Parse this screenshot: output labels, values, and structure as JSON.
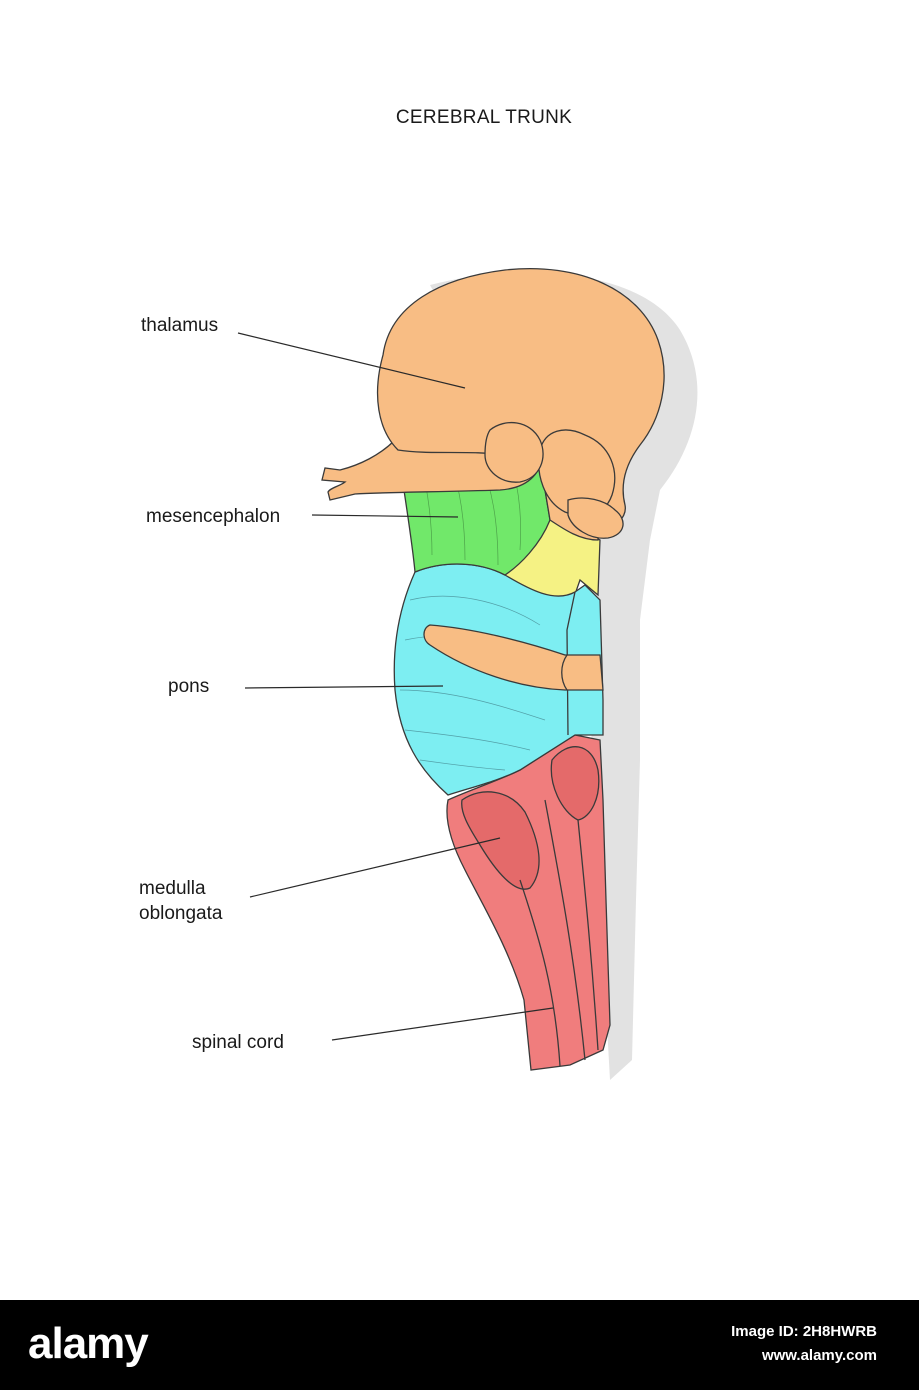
{
  "title": "CEREBRAL TRUNK",
  "labels": {
    "thalamus": "thalamus",
    "mesencephalon": "mesencephalon",
    "pons": "pons",
    "medulla_line1": "medulla",
    "medulla_line2": "oblongata",
    "spinal_cord": "spinal cord"
  },
  "colors": {
    "thalamus": "#f8bd84",
    "mesencephalon": "#71e86a",
    "yellow_region": "#f5f284",
    "pons": "#7deef2",
    "medulla": "#f07d7d",
    "shadow": "#e2e2e2"
  },
  "footer": {
    "logo_text": "alamy",
    "image_id": "Image ID: 2H8HWRB",
    "site": "www.alamy.com"
  }
}
